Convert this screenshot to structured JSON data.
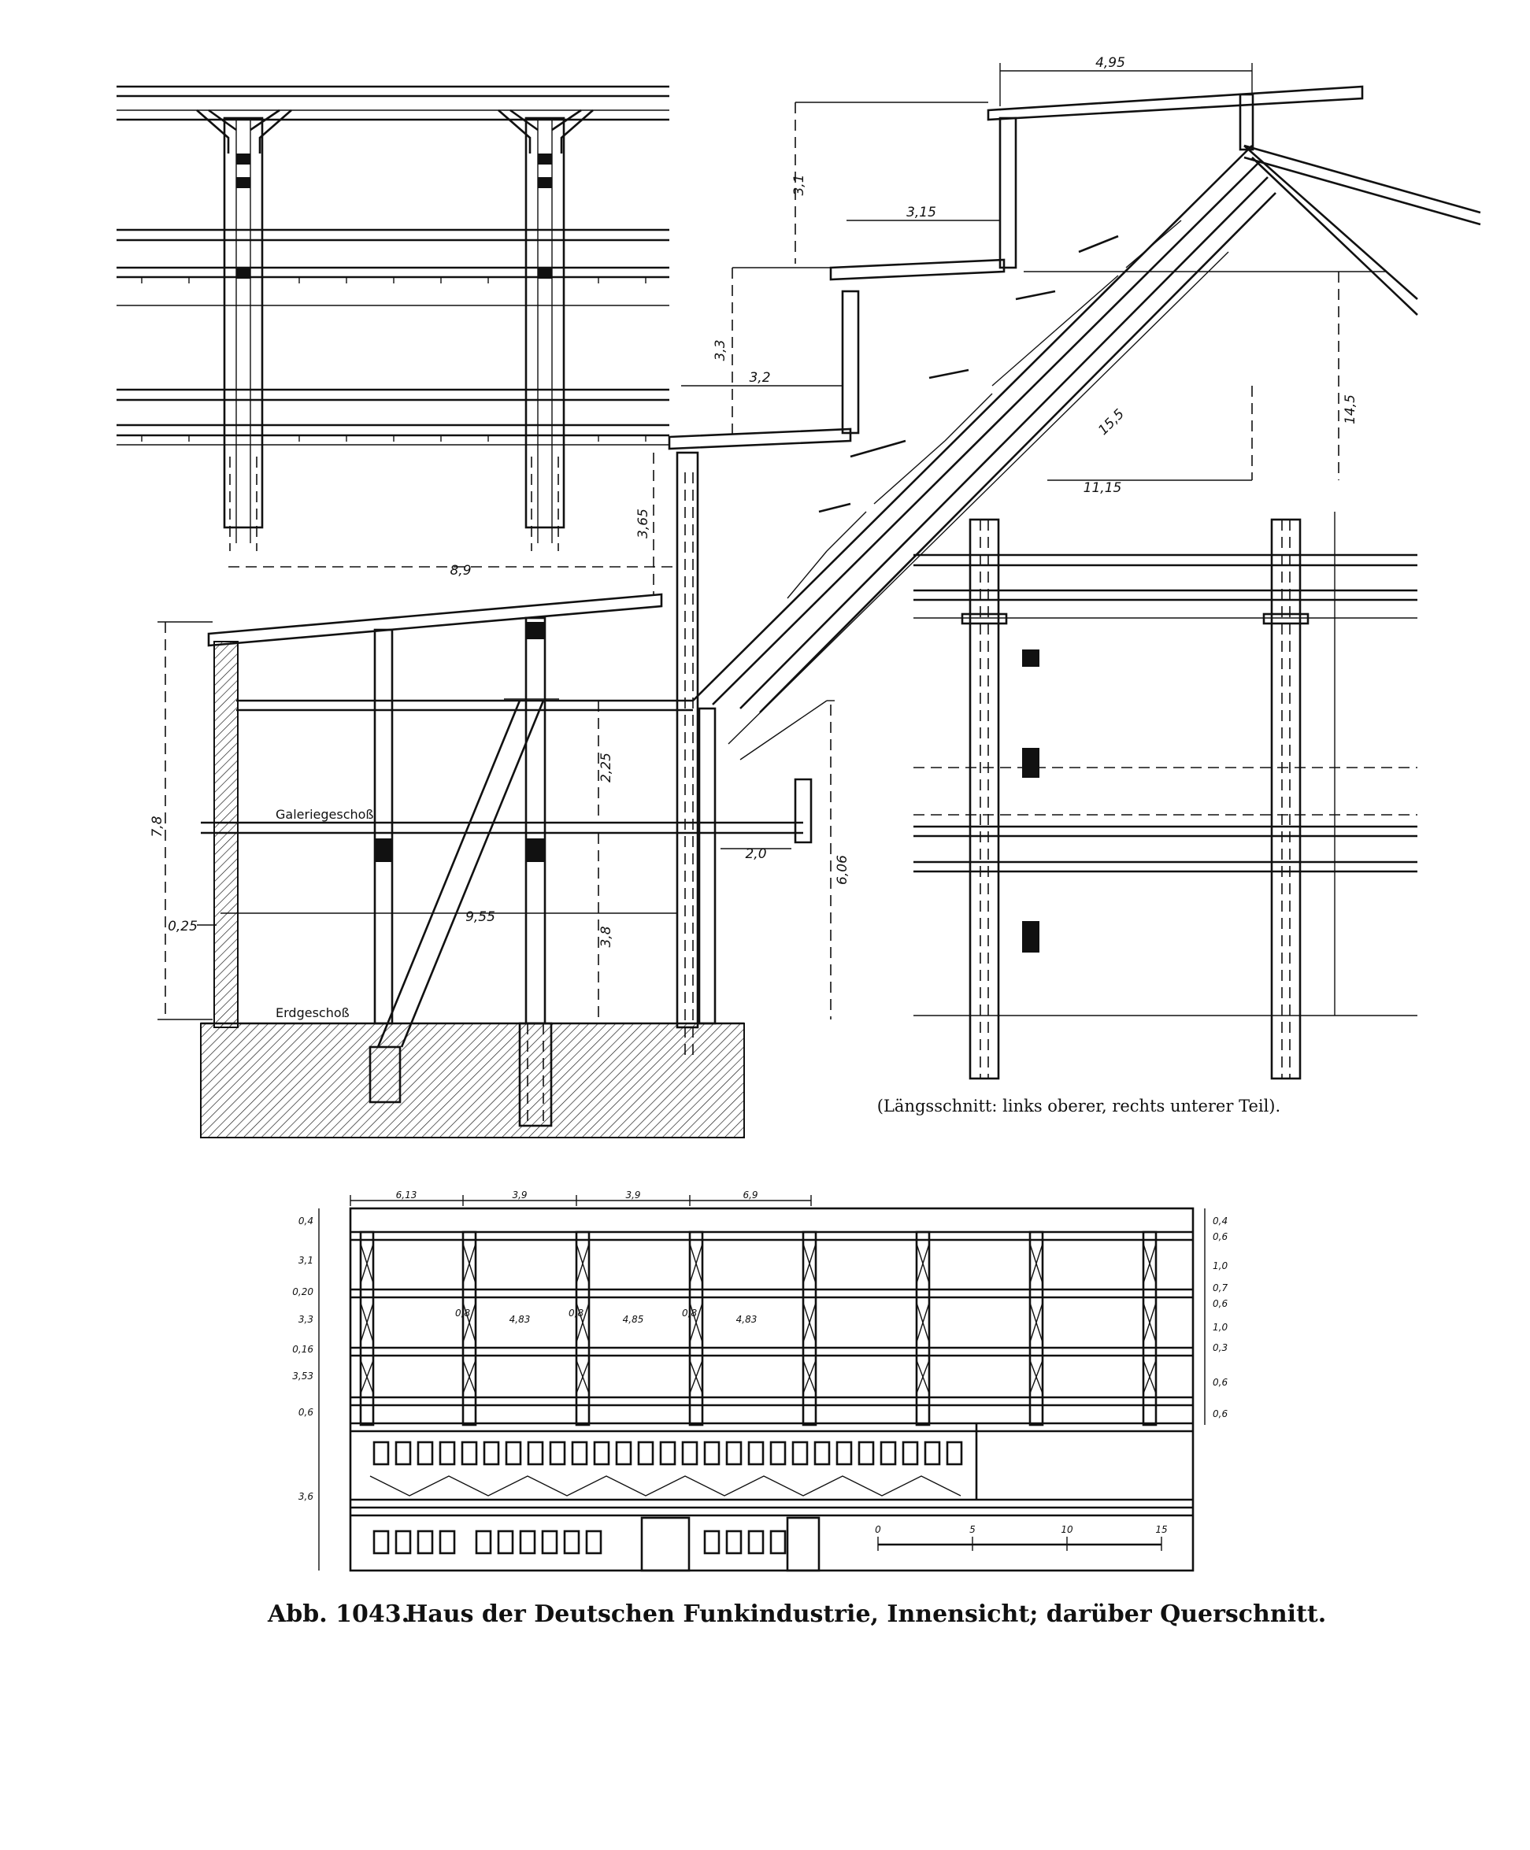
{
  "section_labels": {
    "gallery_floor": "Galeriegeschoß",
    "ground_floor": "Erdgeschoß"
  },
  "cross_section_dimensions": {
    "top_width": "4,95",
    "upper_height": "3,1",
    "upper_step": "3,15",
    "middle_height": "3,3",
    "middle_step": "3,2",
    "lower_height": "3,65",
    "truss_length": "15,5",
    "right_height": "14,5",
    "truss_span": "11,15",
    "hall_width": "8,9",
    "total_height_left": "7,8",
    "upper_story_height": "2,25",
    "gallery_overhang": "2,0",
    "right_wall_height": "6,06",
    "ground_span": "9,55",
    "lower_story_height": "3,8",
    "sill_height": "0,25"
  },
  "longitudinal_note": "(Längsschnitt: links oberer, rechts unterer Teil).",
  "elevation_dimensions": {
    "top_spans": [
      "6,13",
      "3,9",
      "3,9",
      "6,9"
    ],
    "left_heights": [
      "0,4",
      "3,1",
      "0,20",
      "3,3",
      "0,16",
      "3,53",
      "0,6",
      "3,6"
    ],
    "right_heights": [
      "0,4",
      "0,6",
      "1,0",
      "0,7",
      "0,6",
      "1,0",
      "0,3",
      "0,6",
      "0,6"
    ],
    "inner_spans": [
      "0,8",
      "4,83",
      "0,8",
      "4,85",
      "0,8",
      "4,83"
    ],
    "scale_ticks": [
      "0",
      "5",
      "10",
      "15"
    ]
  },
  "caption": {
    "figure_number": "Abb. 1043.",
    "title": "Haus der Deutschen Funkindustrie, Innensicht; darüber Querschnitt."
  }
}
